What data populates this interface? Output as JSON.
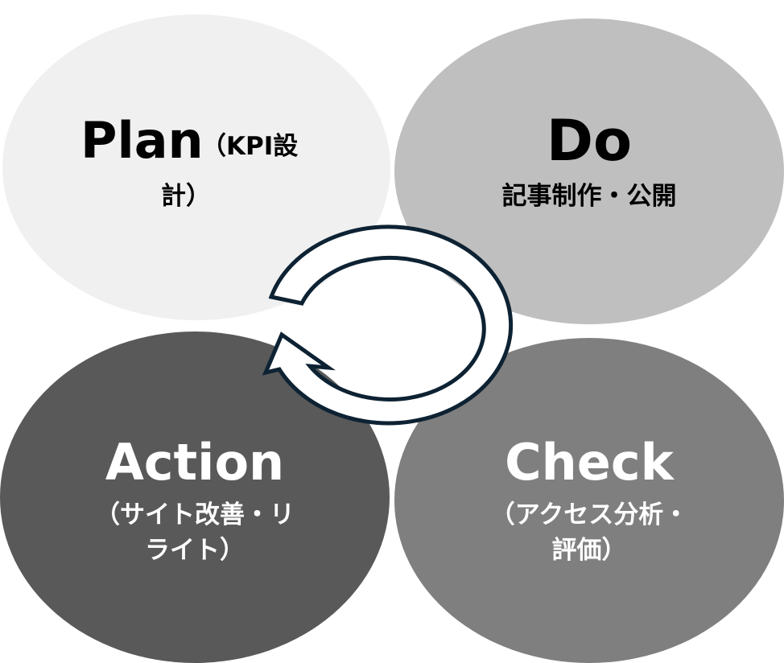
{
  "colors": {
    "plan": "#f0f0f0",
    "do": "#bfbfbf",
    "action": "#595959",
    "check": "#7f7f7f",
    "arrow_stroke": "#0d2233",
    "arrow_fill": "#ffffff"
  },
  "plan": {
    "title": "Plan",
    "sub1": "（KPI設",
    "sub2": "計）"
  },
  "do": {
    "title": "Do",
    "sub1": "記事制作・公開"
  },
  "action": {
    "title": "Action",
    "sub1": "（サイト改善・リ",
    "sub2": "ライト）"
  },
  "check": {
    "title": "Check",
    "sub1": "（アクセス分析・",
    "sub2": "評価）"
  }
}
